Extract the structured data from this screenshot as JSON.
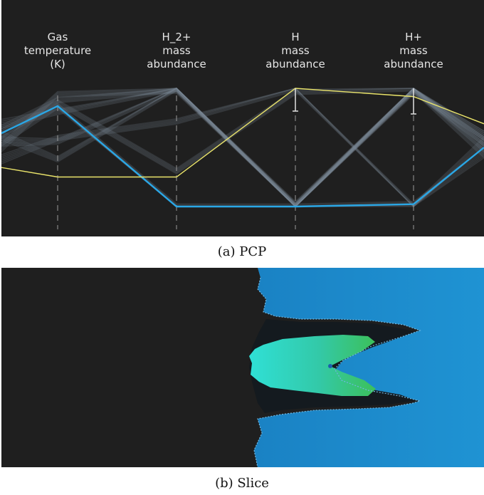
{
  "panels": {
    "pcp_caption": "(a) PCP",
    "slice_caption": "(b) Slice"
  },
  "colors": {
    "panel_bg": "#1f1f1f",
    "highlight_blue": "#2aa7e6",
    "highlight_yellow": "#e9e36a",
    "context_gray": "#7a8796",
    "slice_field_blue": "#1d8fd0",
    "slice_core_cyan": "#2fd0cc",
    "slice_core_green": "#33c36b"
  },
  "chart_data": [
    {
      "type": "parallel-coordinates",
      "axes": [
        {
          "key": "gas_temperature",
          "label_lines": [
            "Gas",
            "temperature",
            "(K)"
          ]
        },
        {
          "key": "h2plus_abundance",
          "label_lines": [
            "H_2+",
            "mass",
            "abundance"
          ]
        },
        {
          "key": "h_abundance",
          "label_lines": [
            "H",
            "mass",
            "abundance"
          ]
        },
        {
          "key": "hplus_abundance",
          "label_lines": [
            "H+",
            "mass",
            "abundance"
          ]
        }
      ],
      "normalized_range": [
        0,
        1
      ],
      "series": [
        {
          "values_left_edge": 0.62,
          "values": [
            0.85,
            0.0,
            0.0,
            0.02
          ],
          "values_right_edge": 0.5,
          "color": "#2aa7e6"
        },
        {
          "values_left_edge": 0.33,
          "values": [
            0.25,
            0.25,
            1.0,
            0.93
          ],
          "values_right_edge": 0.7,
          "color": "#e9e36a"
        }
      ],
      "context_bundles": [
        {
          "values_left_edge": 0.65,
          "values": [
            0.9,
            0.99,
            0.0,
            1.0
          ],
          "values_right_edge": 0.55
        },
        {
          "values_left_edge": 0.55,
          "values": [
            0.55,
            1.0,
            0.0,
            1.0
          ],
          "values_right_edge": 0.6
        },
        {
          "values_left_edge": 0.7,
          "values": [
            0.8,
            1.0,
            0.01,
            0.98
          ],
          "values_right_edge": 0.55
        },
        {
          "values_left_edge": 0.5,
          "values": [
            0.95,
            0.98,
            0.0,
            0.97
          ],
          "values_right_edge": 0.6
        },
        {
          "values_left_edge": 0.6,
          "values": [
            0.4,
            1.0,
            0.02,
            0.99
          ],
          "values_right_edge": 0.45
        },
        {
          "values_left_edge": 0.4,
          "values": [
            0.58,
            0.72,
            1.0,
            0.0
          ],
          "values_right_edge": 0.55
        },
        {
          "values_left_edge": 0.62,
          "values": [
            0.88,
            0.3,
            0.97,
            1.0
          ],
          "values_right_edge": 0.5
        },
        {
          "values_left_edge": 0.55,
          "values": [
            0.85,
            0.0,
            0.0,
            0.02
          ],
          "values_right_edge": 0.45
        }
      ]
    },
    {
      "type": "heatmap",
      "description_free": true,
      "colormap": [
        "#1f1f1f",
        "#1d8fd0",
        "#2fd0cc",
        "#33c36b"
      ]
    }
  ]
}
